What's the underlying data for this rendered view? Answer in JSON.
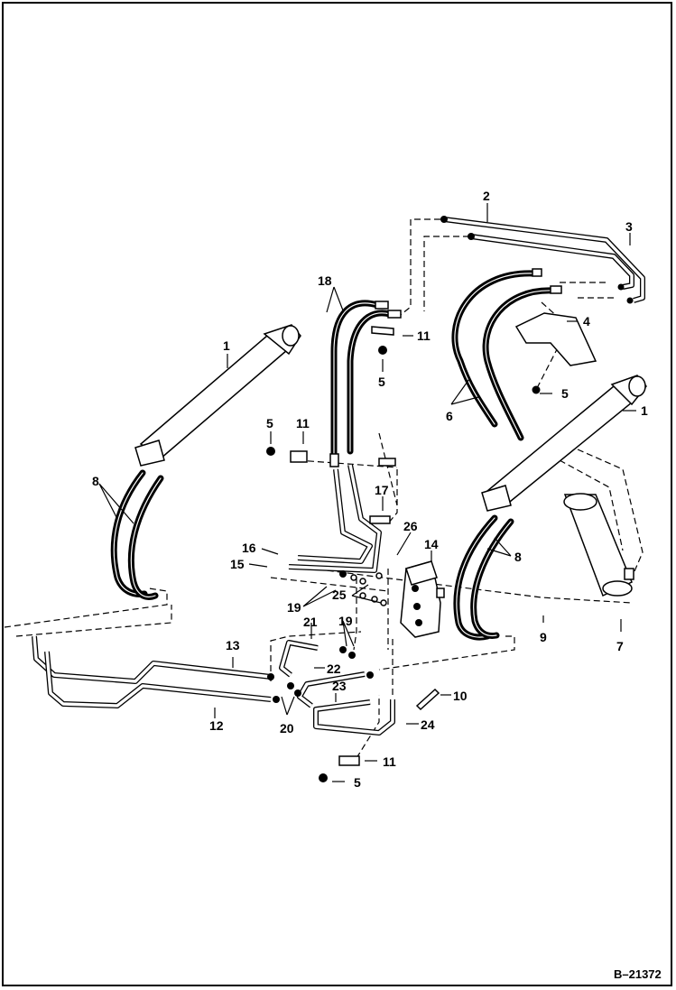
{
  "drawing": {
    "ref": "B–21372"
  },
  "callouts": [
    {
      "id": "c2",
      "text": "2"
    },
    {
      "id": "c3",
      "text": "3"
    },
    {
      "id": "c18",
      "text": "18"
    },
    {
      "id": "c11a",
      "text": "11"
    },
    {
      "id": "c4",
      "text": "4"
    },
    {
      "id": "c5a",
      "text": "5"
    },
    {
      "id": "c5b",
      "text": "5"
    },
    {
      "id": "c1a",
      "text": "1"
    },
    {
      "id": "c1b",
      "text": "1"
    },
    {
      "id": "c6",
      "text": "6"
    },
    {
      "id": "c5c",
      "text": "5"
    },
    {
      "id": "c11b",
      "text": "11"
    },
    {
      "id": "c8a",
      "text": "8"
    },
    {
      "id": "c8b",
      "text": "8"
    },
    {
      "id": "c17",
      "text": "17"
    },
    {
      "id": "c26",
      "text": "26"
    },
    {
      "id": "c14",
      "text": "14"
    },
    {
      "id": "c16",
      "text": "16"
    },
    {
      "id": "c15",
      "text": "15"
    },
    {
      "id": "c25",
      "text": "25"
    },
    {
      "id": "c19a",
      "text": "19"
    },
    {
      "id": "c19b",
      "text": "19"
    },
    {
      "id": "c21",
      "text": "21"
    },
    {
      "id": "c9",
      "text": "9"
    },
    {
      "id": "c7",
      "text": "7"
    },
    {
      "id": "c13",
      "text": "13"
    },
    {
      "id": "c22",
      "text": "22"
    },
    {
      "id": "c23",
      "text": "23"
    },
    {
      "id": "c10",
      "text": "10"
    },
    {
      "id": "c12",
      "text": "12"
    },
    {
      "id": "c20",
      "text": "20"
    },
    {
      "id": "c24",
      "text": "24"
    },
    {
      "id": "c11c",
      "text": "11"
    },
    {
      "id": "c5d",
      "text": "5"
    }
  ]
}
